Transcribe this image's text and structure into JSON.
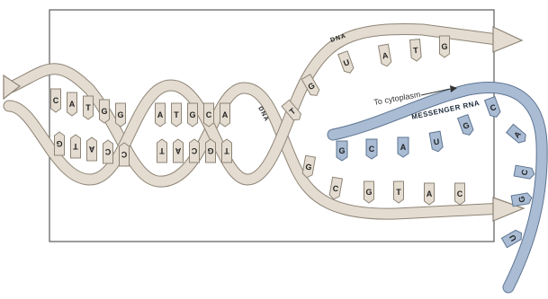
{
  "labels": {
    "dna_top": "DNA",
    "dna_mid": "DNA",
    "to_cytoplasm": "To cytoplasm",
    "messenger_rna": "MESSENGER RNA"
  },
  "bases": {
    "helix1_top": [
      "C",
      "A",
      "T",
      "G",
      "G"
    ],
    "helix1_bottom": [
      "G",
      "T",
      "A",
      "C",
      "C"
    ],
    "helix2_top": [
      "A",
      "T",
      "G",
      "C",
      "A"
    ],
    "helix2_bottom": [
      "T",
      "A",
      "C",
      "G",
      "T"
    ],
    "upper_strand": [
      "T",
      "G",
      "U",
      "A",
      "T",
      "G"
    ],
    "mrna": [
      "G",
      "C",
      "A",
      "U",
      "G",
      "C",
      "A",
      "C",
      "G",
      "U"
    ],
    "lower_strand": [
      "G",
      "C",
      "G",
      "T",
      "A",
      "C"
    ]
  },
  "colors": {
    "strand": "#e4dcd0",
    "strand_edge": "#8d8476",
    "rna": "#a9bcd4",
    "rna_edge": "#5e7491",
    "frame": "#5a5a5a"
  }
}
